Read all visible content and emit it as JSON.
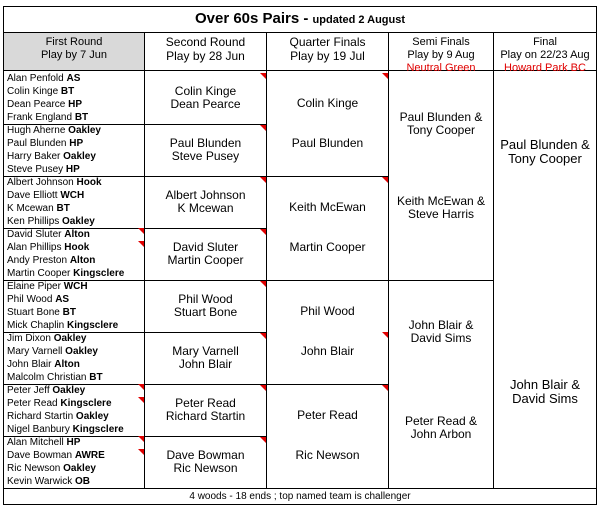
{
  "title": "Over 60s Pairs - ",
  "updated": "updated 2 August",
  "headers": {
    "r1": {
      "line1": "First Round",
      "line2": "Play by 7 Jun"
    },
    "r2": {
      "line1": "Second Round",
      "line2": "Play by 28 Jun"
    },
    "r3": {
      "line1": "Quarter Finals",
      "line2": "Play by 19 Jul"
    },
    "r4": {
      "line1": "Semi Finals",
      "line2": "Play by 9 Aug",
      "venue": "Neutral Green"
    },
    "r5": {
      "line1": "Final",
      "line2": "Play on 22/23 Aug",
      "venue": "Howard Park BC"
    }
  },
  "round1": [
    {
      "name": "Alan Penfold",
      "club": "AS"
    },
    {
      "name": "Colin Kinge",
      "club": "BT"
    },
    {
      "name": "Dean Pearce",
      "club": "HP"
    },
    {
      "name": "Frank England",
      "club": "BT"
    },
    {
      "name": "Hugh Aherne",
      "club": "Oakley"
    },
    {
      "name": "Paul Blunden",
      "club": "HP"
    },
    {
      "name": "Harry Baker",
      "club": "Oakley"
    },
    {
      "name": "Steve Pusey",
      "club": "HP"
    },
    {
      "name": "Albert Johnson",
      "club": "Hook"
    },
    {
      "name": "Dave Elliott",
      "club": "WCH"
    },
    {
      "name": "K Mcewan",
      "club": "BT"
    },
    {
      "name": "Ken Phillips",
      "club": "Oakley"
    },
    {
      "name": "David Sluter",
      "club": "Alton"
    },
    {
      "name": "Alan Phillips",
      "club": "Hook"
    },
    {
      "name": "Andy Preston",
      "club": "Alton"
    },
    {
      "name": "Martin Cooper",
      "club": "Kingsclere"
    },
    {
      "name": "Elaine Piper",
      "club": "WCH"
    },
    {
      "name": "Phil Wood",
      "club": "AS"
    },
    {
      "name": "Stuart Bone",
      "club": "BT"
    },
    {
      "name": "Mick Chaplin",
      "club": "Kingsclere"
    },
    {
      "name": "Jim Dixon",
      "club": "Oakley"
    },
    {
      "name": "Mary Varnell",
      "club": "Oakley"
    },
    {
      "name": "John Blair",
      "club": "Alton"
    },
    {
      "name": "Malcolm Christian",
      "club": "BT"
    },
    {
      "name": "Peter Jeff",
      "club": "Oakley"
    },
    {
      "name": "Peter Read",
      "club": "Kingsclere"
    },
    {
      "name": "Richard Startin",
      "club": "Oakley"
    },
    {
      "name": "Nigel Banbury",
      "club": "Kingsclere"
    },
    {
      "name": "Alan Mitchell",
      "club": "HP"
    },
    {
      "name": "Dave Bowman",
      "club": "AWRE"
    },
    {
      "name": "Ric Newson",
      "club": "Oakley"
    },
    {
      "name": "Kevin Warwick",
      "club": "OB"
    }
  ],
  "round2": [
    {
      "line1": "Colin Kinge",
      "line2": "Dean Pearce"
    },
    {
      "line1": "Paul Blunden",
      "line2": "Steve Pusey"
    },
    {
      "line1": "Albert Johnson",
      "line2": "K Mcewan"
    },
    {
      "line1": "David Sluter",
      "line2": "Martin Cooper"
    },
    {
      "line1": "Phil Wood",
      "line2": "Stuart Bone"
    },
    {
      "line1": "Mary Varnell",
      "line2": "John Blair"
    },
    {
      "line1": "Peter Read",
      "line2": "Richard Startin"
    },
    {
      "line1": "Dave Bowman",
      "line2": "Ric Newson"
    }
  ],
  "round3": [
    "Colin Kinge",
    "Paul Blunden",
    "Keith McEwan",
    "Martin Cooper",
    "Phil Wood",
    "John Blair",
    "Peter Read",
    "Ric Newson"
  ],
  "round4": [
    {
      "line1": "Paul Blunden &",
      "line2": "Tony Cooper"
    },
    {
      "line1": "Keith McEwan &",
      "line2": "Steve Harris"
    },
    {
      "line1": "John Blair &",
      "line2": "David Sims"
    },
    {
      "line1": "Peter Read &",
      "line2": "John Arbon"
    }
  ],
  "round5": [
    {
      "line1": "Paul Blunden &",
      "line2": "Tony Cooper"
    },
    {
      "line1": "John Blair &",
      "line2": "David Sims"
    }
  ],
  "footer": "4 woods - 18 ends ; top named team is challenger",
  "colors": {
    "grid": "#000000",
    "marker": "#e00000",
    "header_bg": "#d9d9d9"
  }
}
